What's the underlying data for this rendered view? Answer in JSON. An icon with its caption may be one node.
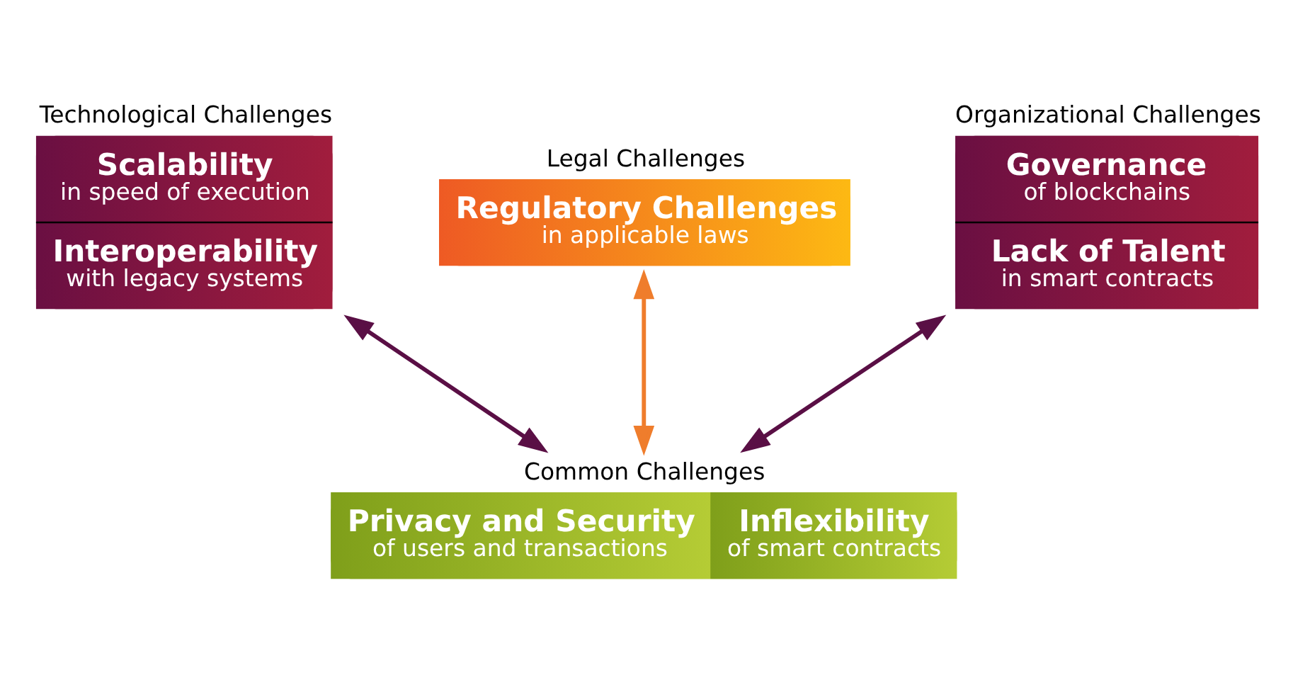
{
  "diagram": {
    "nodes": [
      {
        "text": [
          "Technological Challenges",
          "Scalability",
          "in speed of execution",
          "Interoperability",
          "with legacy systems"
        ]
      },
      {
        "text": [
          "Legal Challenges",
          "Regulatory Challenges",
          "in applicable laws"
        ]
      },
      {
        "text": [
          "Organizational Challenges",
          "Governance",
          "of blockchains",
          "Lack of Talent",
          "in smart contracts"
        ]
      },
      {
        "text": [
          "Common Challenges",
          "Privacy and Security",
          "of users and transactions",
          "Inflexibility",
          "of smart contracts"
        ]
      }
    ],
    "edges": [
      {
        "from": 0,
        "to": 3,
        "arrow": "both"
      },
      {
        "from": 1,
        "to": 3,
        "arrow": "both",
        "color": "#ef7d2c"
      },
      {
        "from": 2,
        "to": 3,
        "arrow": "both"
      }
    ]
  }
}
